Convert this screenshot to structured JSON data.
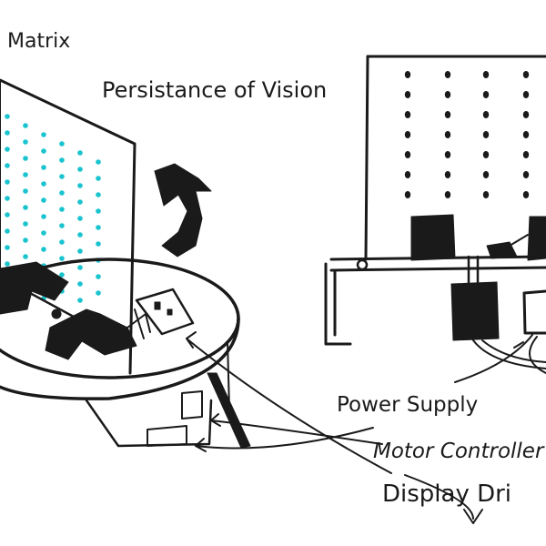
{
  "labels": {
    "matrix": "Matrix",
    "title": "Persistance of Vision",
    "power_supply": "Power Supply",
    "motor_controller": "Motor Controller",
    "display_driver": "Display Dri"
  },
  "colors": {
    "ink": "#1a1a1a",
    "led": "#19c4cf",
    "paper": "#ffffff"
  }
}
